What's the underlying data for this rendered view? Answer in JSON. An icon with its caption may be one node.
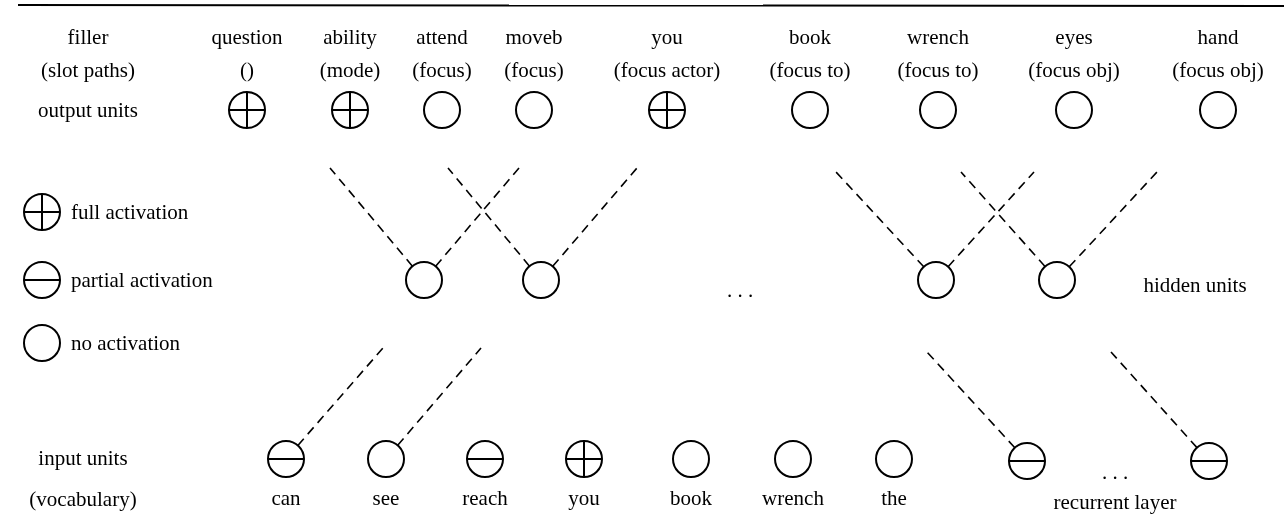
{
  "diagram": {
    "nodes": [
      {
        "text": [],
        "shape": "circle",
        "beside": [
          "question",
          "()"
        ]
      },
      {
        "text": [],
        "shape": "circle",
        "beside": [
          "ability",
          "(mode)"
        ]
      },
      {
        "text": [],
        "shape": "circle",
        "beside": [
          "attend",
          "(focus)"
        ]
      },
      {
        "text": [],
        "shape": "circle",
        "beside": [
          "moveb",
          "(focus)"
        ]
      },
      {
        "text": [],
        "shape": "circle",
        "beside": [
          "you",
          "(focus actor)"
        ]
      },
      {
        "text": [],
        "shape": "circle",
        "beside": [
          "book",
          "(focus to)"
        ]
      },
      {
        "text": [],
        "shape": "circle",
        "beside": [
          "wrench",
          "(focus to)"
        ]
      },
      {
        "text": [],
        "shape": "circle",
        "beside": [
          "eyes",
          "(focus obj)"
        ]
      },
      {
        "text": [],
        "shape": "circle",
        "beside": [
          "hand",
          "(focus obj)"
        ]
      },
      {
        "text": [],
        "shape": "circle"
      },
      {
        "text": [],
        "shape": "circle"
      },
      {
        "text": [],
        "shape": "circle"
      },
      {
        "text": [],
        "shape": "circle"
      },
      {
        "text": [],
        "shape": "circle",
        "beside": [
          "can"
        ]
      },
      {
        "text": [],
        "shape": "circle",
        "beside": [
          "see"
        ]
      },
      {
        "text": [],
        "shape": "circle",
        "beside": [
          "reach"
        ]
      },
      {
        "text": [],
        "shape": "circle",
        "beside": [
          "you"
        ]
      },
      {
        "text": [],
        "shape": "circle",
        "beside": [
          "book"
        ]
      },
      {
        "text": [],
        "shape": "circle",
        "beside": [
          "wrench"
        ]
      },
      {
        "text": [],
        "shape": "circle",
        "beside": [
          "the"
        ]
      },
      {
        "text": [],
        "shape": "circle"
      },
      {
        "text": [],
        "shape": "circle"
      }
    ],
    "edges": [
      {
        "from": 9,
        "to": null,
        "arrow": "none",
        "style": "dashed"
      },
      {
        "from": 9,
        "to": null,
        "arrow": "none",
        "style": "dashed"
      },
      {
        "from": 10,
        "to": null,
        "arrow": "none",
        "style": "dashed"
      },
      {
        "from": 10,
        "to": null,
        "arrow": "none",
        "style": "dashed"
      },
      {
        "from": 11,
        "to": null,
        "arrow": "none",
        "style": "dashed"
      },
      {
        "from": 11,
        "to": null,
        "arrow": "none",
        "style": "dashed"
      },
      {
        "from": 12,
        "to": null,
        "arrow": "none",
        "style": "dashed"
      },
      {
        "from": 12,
        "to": null,
        "arrow": "none",
        "style": "dashed"
      },
      {
        "from": 13,
        "to": null,
        "arrow": "none",
        "style": "dashed"
      },
      {
        "from": 14,
        "to": null,
        "arrow": "none",
        "style": "dashed"
      },
      {
        "from": 20,
        "to": null,
        "arrow": "none",
        "style": "dashed"
      },
      {
        "from": 21,
        "to": null,
        "arrow": "none",
        "style": "dashed"
      }
    ],
    "labels": [
      "filler",
      "(slot paths)",
      "output units",
      ". . .",
      "hidden units",
      "input units",
      ". . .",
      "(vocabulary)",
      "recurrent layer"
    ],
    "legend": [
      {
        "text": "full activation"
      },
      {
        "text": "partial activation"
      },
      {
        "text": "no activation"
      }
    ]
  }
}
